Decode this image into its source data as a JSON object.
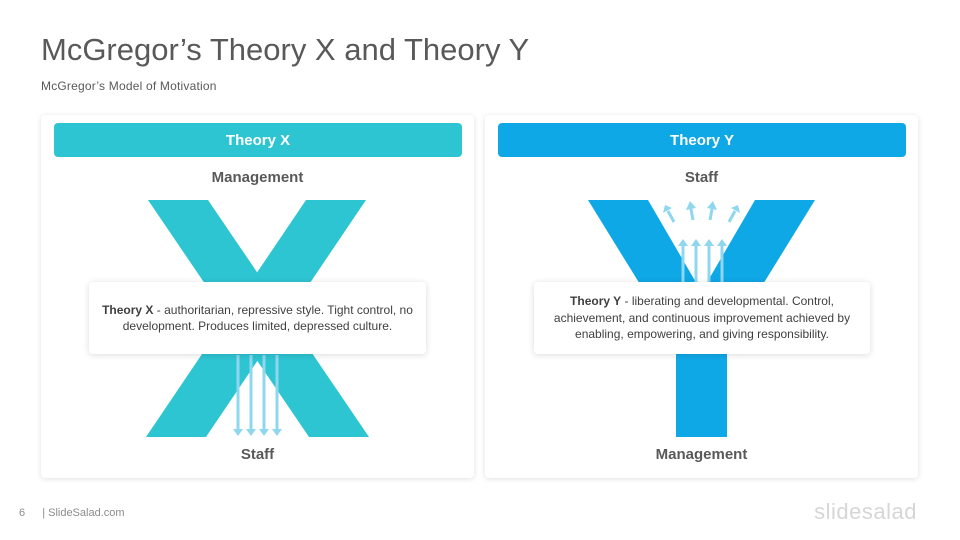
{
  "title": "McGregor’s Theory X and Theory Y",
  "subtitle": "McGregor’s Model of Motivation",
  "colors": {
    "theory_x": "#2ec5d3",
    "theory_y": "#0fa8e6",
    "arrow": "#8fd6ef"
  },
  "theory_x": {
    "header": "Theory X",
    "top_label": "Management",
    "bottom_label": "Staff",
    "desc_bold": "Theory X",
    "desc_text": " - authoritarian,  repressive style. Tight control, no development. Produces limited, depressed culture."
  },
  "theory_y": {
    "header": "Theory Y",
    "top_label": "Staff",
    "bottom_label": "Management",
    "desc_bold": "Theory Y",
    "desc_text": " - liberating and developmental. Control, achievement, and continuous improvement achieved by enabling, empowering, and giving responsibility."
  },
  "footer": {
    "page": "6",
    "site": "| SlideSalad.com"
  },
  "brand": "slidesalad"
}
